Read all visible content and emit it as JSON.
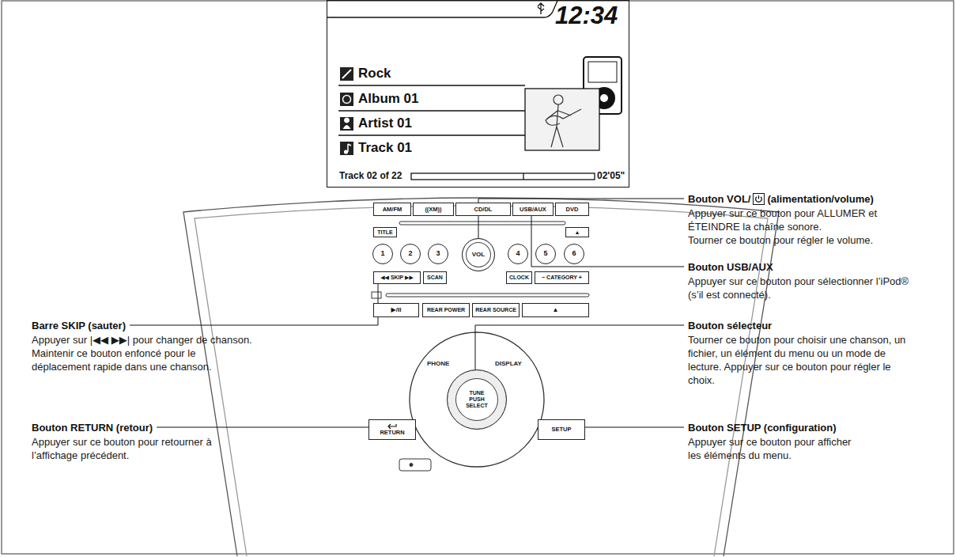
{
  "diagram": {
    "nodes": [
      {
        "text": [
          "12:34",
          "Rock",
          "Album 01",
          "Artist 01",
          "Track 01",
          "Track 02 of 22",
          "02'05\""
        ]
      },
      {
        "text": [
          "AM/FM"
        ]
      },
      {
        "text": [
          "((XM))"
        ]
      },
      {
        "text": [
          "CD/DL"
        ]
      },
      {
        "text": [
          "USB/AUX"
        ]
      },
      {
        "text": [
          "DVD"
        ]
      },
      {
        "text": [
          "TITLE"
        ]
      },
      {
        "text": [
          "▲"
        ]
      },
      {
        "text": [
          "1"
        ]
      },
      {
        "text": [
          "2"
        ]
      },
      {
        "text": [
          "3"
        ]
      },
      {
        "text": [
          "VOL"
        ]
      },
      {
        "text": [
          "4"
        ]
      },
      {
        "text": [
          "5"
        ]
      },
      {
        "text": [
          "6"
        ]
      },
      {
        "text": [
          "◀◀ SKIP ▶▶"
        ]
      },
      {
        "text": [
          "SCAN"
        ]
      },
      {
        "text": [
          "CLOCK"
        ]
      },
      {
        "text": [
          "− CATEGORY +"
        ]
      },
      {
        "text": [
          "▶/II"
        ]
      },
      {
        "text": [
          "REAR POWER"
        ]
      },
      {
        "text": [
          "REAR SOURCE"
        ]
      },
      {
        "text": [
          "▲"
        ]
      },
      {
        "text": [
          "TUNE PUSH SELECT"
        ]
      },
      {
        "text": [
          "RETURN"
        ]
      },
      {
        "text": [
          "SETUP"
        ]
      }
    ],
    "labels": [
      "PHONE",
      "DISPLAY",
      "Bouton VOL/",
      "(alimentation/volume)",
      "Appuyer sur ce bouton pour ALLUMER et ÉTEINDRE la chaîne sonore.",
      "Tourner ce bouton pour régler le volume.",
      "Bouton USB/AUX",
      "Appuyer sur ce bouton pour sélectionner l’iPod® (s’il est connecté).",
      "Barre SKIP (sauter)",
      "Appuyer sur |◀◀ ▶▶| pour changer de chanson.",
      "Maintenir ce bouton enfoncé pour le déplacement rapide dans une chanson.",
      "Bouton sélecteur",
      "Tourner ce bouton pour choisir une chanson, un fichier, un élément du menu ou un mode de lecture. Appuyer sur ce bouton pour régler le choix.",
      "Bouton RETURN (retour)",
      "Appuyer sur ce bouton pour retourner à l’affichage précédent.",
      "Bouton SETUP (configuration)",
      "Appuyer sur ce bouton pour afficher les éléments du menu."
    ]
  }
}
